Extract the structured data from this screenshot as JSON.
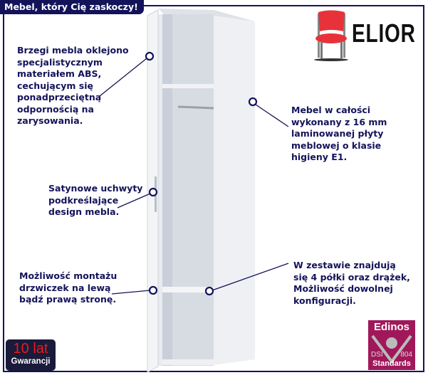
{
  "header": {
    "title": "Mebel, który Cię zaskoczy!"
  },
  "brand": {
    "name": "ELIOR",
    "logo_icon": "red-chair-icon"
  },
  "callouts": {
    "edges": "Brzegi mebla oklejono\nspecjalistycznym\nmateriałem ABS,\ncechującym się\nponadprzeciętną\nodpornością na\nzarysowania.",
    "material": "Mebel w całości\nwykonany z 16 mm\nlaminowanej płyty\nmeblowej o klasie\nhigieny E1.",
    "handles": "Satynowe uchwyty\npodkreślające\ndesign mebla.",
    "door": "Możliwość montażu\ndrzwiczek na lewą\nbądź prawą stronę.",
    "shelves": "W zestawie znajdują\nsię 4 półki oraz drążek,\nMożliwość dowolnej\nkonfiguracji."
  },
  "badges": {
    "warranty_big": "10 lat",
    "warranty_small": "Gwarancji",
    "cert_name": "Edinos",
    "cert_left": "DSI",
    "cert_right": "804",
    "cert_bottom": "Standards"
  },
  "colors": {
    "navy": "#13135a",
    "cert": "#a0185a",
    "warranty_red": "#e81c1c"
  }
}
